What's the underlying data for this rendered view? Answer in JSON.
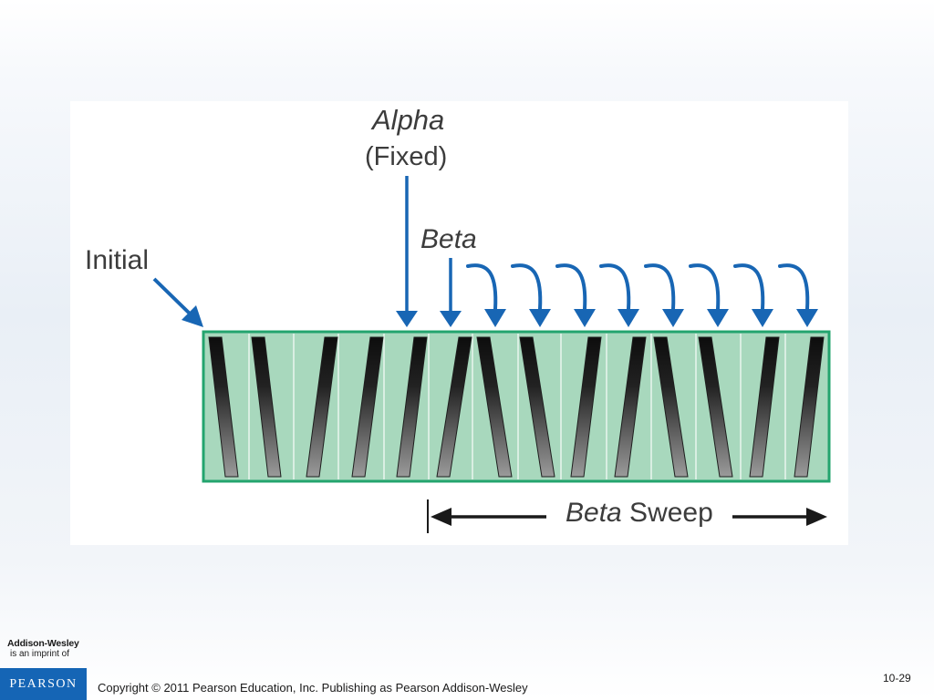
{
  "figure": {
    "alpha_label": "Alpha",
    "fixed_label": "(Fixed)",
    "beta_label": "Beta",
    "initial_label": "Initial",
    "sweep_beta": "Beta",
    "sweep_word": " Sweep",
    "colors": {
      "arrow": "#1866b4",
      "panel_fill": "#a8d8bd",
      "panel_border": "#23a46e",
      "blade_dark": "#111111",
      "blade_light": "#8d8d8d",
      "sweep_arrow": "#1a1a1a"
    }
  },
  "footer": {
    "publisher": "Addison-Wesley",
    "imprint": "is an imprint of",
    "logo": "PEARSON",
    "copyright": "Copyright © 2011 Pearson Education, Inc. Publishing as Pearson Addison-Wesley",
    "slide_number": "10-29"
  }
}
